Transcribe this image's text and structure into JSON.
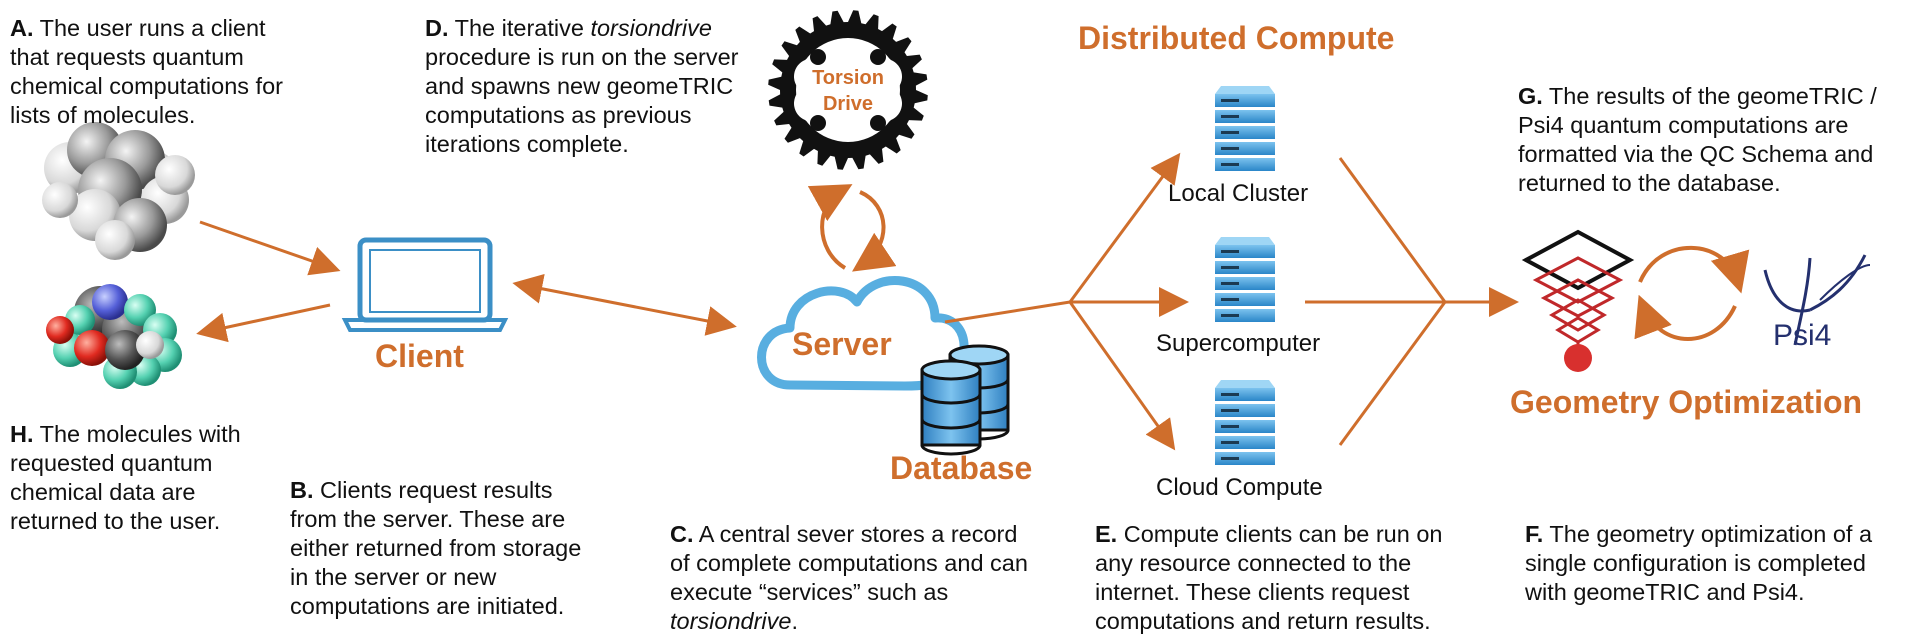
{
  "notes": {
    "A": {
      "letter": "A.",
      "lines": [
        "The user runs a client",
        "that requests quantum",
        "chemical computations for",
        "lists of molecules."
      ]
    },
    "B": {
      "letter": "B.",
      "lines": [
        "Clients request results",
        "from the server. These are",
        "either returned from storage",
        "in the server or new",
        "computations are initiated."
      ]
    },
    "C": {
      "letter": "C.",
      "lines": [
        "A central sever stores a record",
        "of complete computations and can",
        "execute “services” such as"
      ],
      "italic": "torsiondrive",
      "tail": "."
    },
    "D": {
      "letter": "D.",
      "pre": "The iterative",
      "italic": "torsiondrive",
      "lines": [
        "procedure is run on the server",
        "and spawns new geomeTRIC",
        "computations as previous",
        "iterations complete."
      ]
    },
    "E": {
      "letter": "E.",
      "lines": [
        "Compute clients can be run on",
        "any resource connected to the",
        "internet. These clients request",
        "computations and return results."
      ]
    },
    "F": {
      "letter": "F.",
      "lines": [
        "The geometry optimization of a",
        "single configuration is completed",
        "with geomeTRIC and Psi4."
      ]
    },
    "G": {
      "letter": "G.",
      "lines": [
        "The results of the geomeTRIC /",
        "Psi4 quantum computations are",
        "formatted via the QC Schema and",
        "returned to the database."
      ]
    },
    "H": {
      "letter": "H.",
      "lines": [
        "The molecules with",
        "requested quantum",
        "chemical data are",
        "returned to the user."
      ]
    }
  },
  "labels": {
    "client": "Client",
    "server": "Server",
    "database": "Database",
    "torsion_line1": "Torsion",
    "torsion_line2": "Drive",
    "distributed_compute": "Distributed Compute",
    "local_cluster": "Local Cluster",
    "supercomputer": "Supercomputer",
    "cloud_compute": "Cloud Compute",
    "geometry_optimization": "Geometry Optimization",
    "psi4": "Psi4"
  },
  "colors": {
    "accent_orange": "#cf6e2c",
    "client_blue": "#3b8fc6",
    "server_blue": "#58aee0",
    "text": "#111111"
  }
}
